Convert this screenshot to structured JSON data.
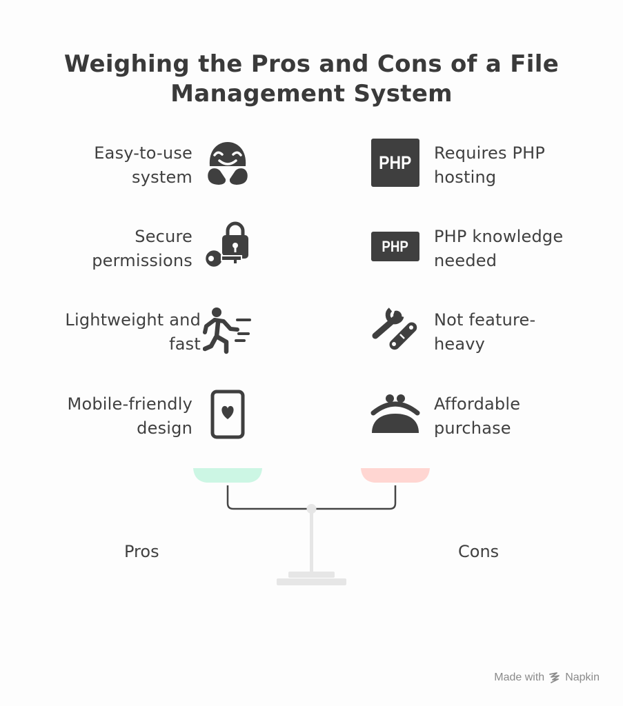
{
  "title_line1": "Weighing the Pros and Cons of a File",
  "title_line2": "Management System",
  "pros": {
    "label": "Pros",
    "items": [
      {
        "line1": "Easy-to-use",
        "line2": "system",
        "icon": "happy-face-icon"
      },
      {
        "line1": "Secure",
        "line2": "permissions",
        "icon": "key-lock-icon"
      },
      {
        "line1": "Lightweight and",
        "line2": "fast",
        "icon": "running-person-icon"
      },
      {
        "line1": "Mobile-friendly",
        "line2": "design",
        "icon": "phone-heart-icon"
      }
    ]
  },
  "cons": {
    "label": "Cons",
    "items": [
      {
        "line1": "Requires PHP",
        "line2": "hosting",
        "icon": "php-icon"
      },
      {
        "line1": "PHP knowledge",
        "line2": "needed",
        "icon": "php-icon"
      },
      {
        "line1": "Not feature-",
        "line2": "heavy",
        "icon": "tools-icon"
      },
      {
        "line1": "Affordable",
        "line2": "purchase",
        "icon": "coin-purse-icon"
      }
    ]
  },
  "icon_text": {
    "php": "PHP"
  },
  "footer": {
    "made_with": "Made with",
    "brand": "Napkin"
  },
  "colors": {
    "pros_pan": "#ccf6e4",
    "cons_pan": "#ffd6d2",
    "icon": "#3f3f3f",
    "stand": "#e6e6e6"
  }
}
